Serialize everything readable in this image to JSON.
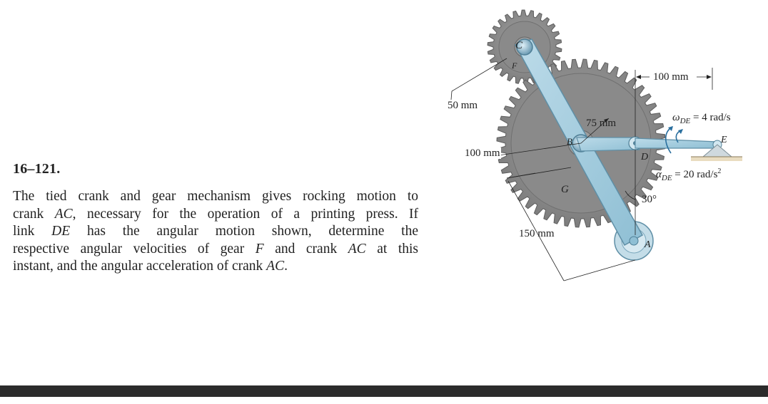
{
  "problem": {
    "number": "16–121.",
    "text_lines": [
      [
        "The tied crank and gear mechanism gives rocking motion to"
      ],
      [
        "crank ",
        {
          "i": "AC"
        },
        ", necessary for the operation of a printing press. If"
      ],
      [
        "link ",
        {
          "i": "DE"
        },
        " has the angular motion shown, determine the"
      ],
      [
        "respective angular velocities of gear ",
        {
          "i": "F"
        },
        " and crank ",
        {
          "i": "AC"
        },
        " at this"
      ],
      [
        "instant, and the angular acceleration of crank ",
        {
          "i": "AC"
        },
        "."
      ]
    ]
  },
  "figure": {
    "labels": {
      "dim_50": "50 mm",
      "dim_100_left": "100 mm",
      "dim_150": "150 mm",
      "dim_75": "75 mm",
      "dim_100_top": "100 mm",
      "angle": "30°",
      "point_C": "C",
      "point_F": "F",
      "point_B": "B",
      "point_G": "G",
      "point_D": "D",
      "point_E": "E",
      "point_A": "A",
      "omega_symbol": "ω",
      "omega_sub": "DE",
      "omega_value": " = 4 rad/s",
      "alpha_symbol": "α",
      "alpha_sub": "DE",
      "alpha_value": " = 20 rad/s",
      "alpha_sup": "2"
    },
    "colors": {
      "gear_fill": "#8f8f8f",
      "gear_dark": "#6e6e6e",
      "crank_fill": "#a9cfe0",
      "crank_edge": "#5f8fa6",
      "ground": "#e9dcc0"
    }
  }
}
